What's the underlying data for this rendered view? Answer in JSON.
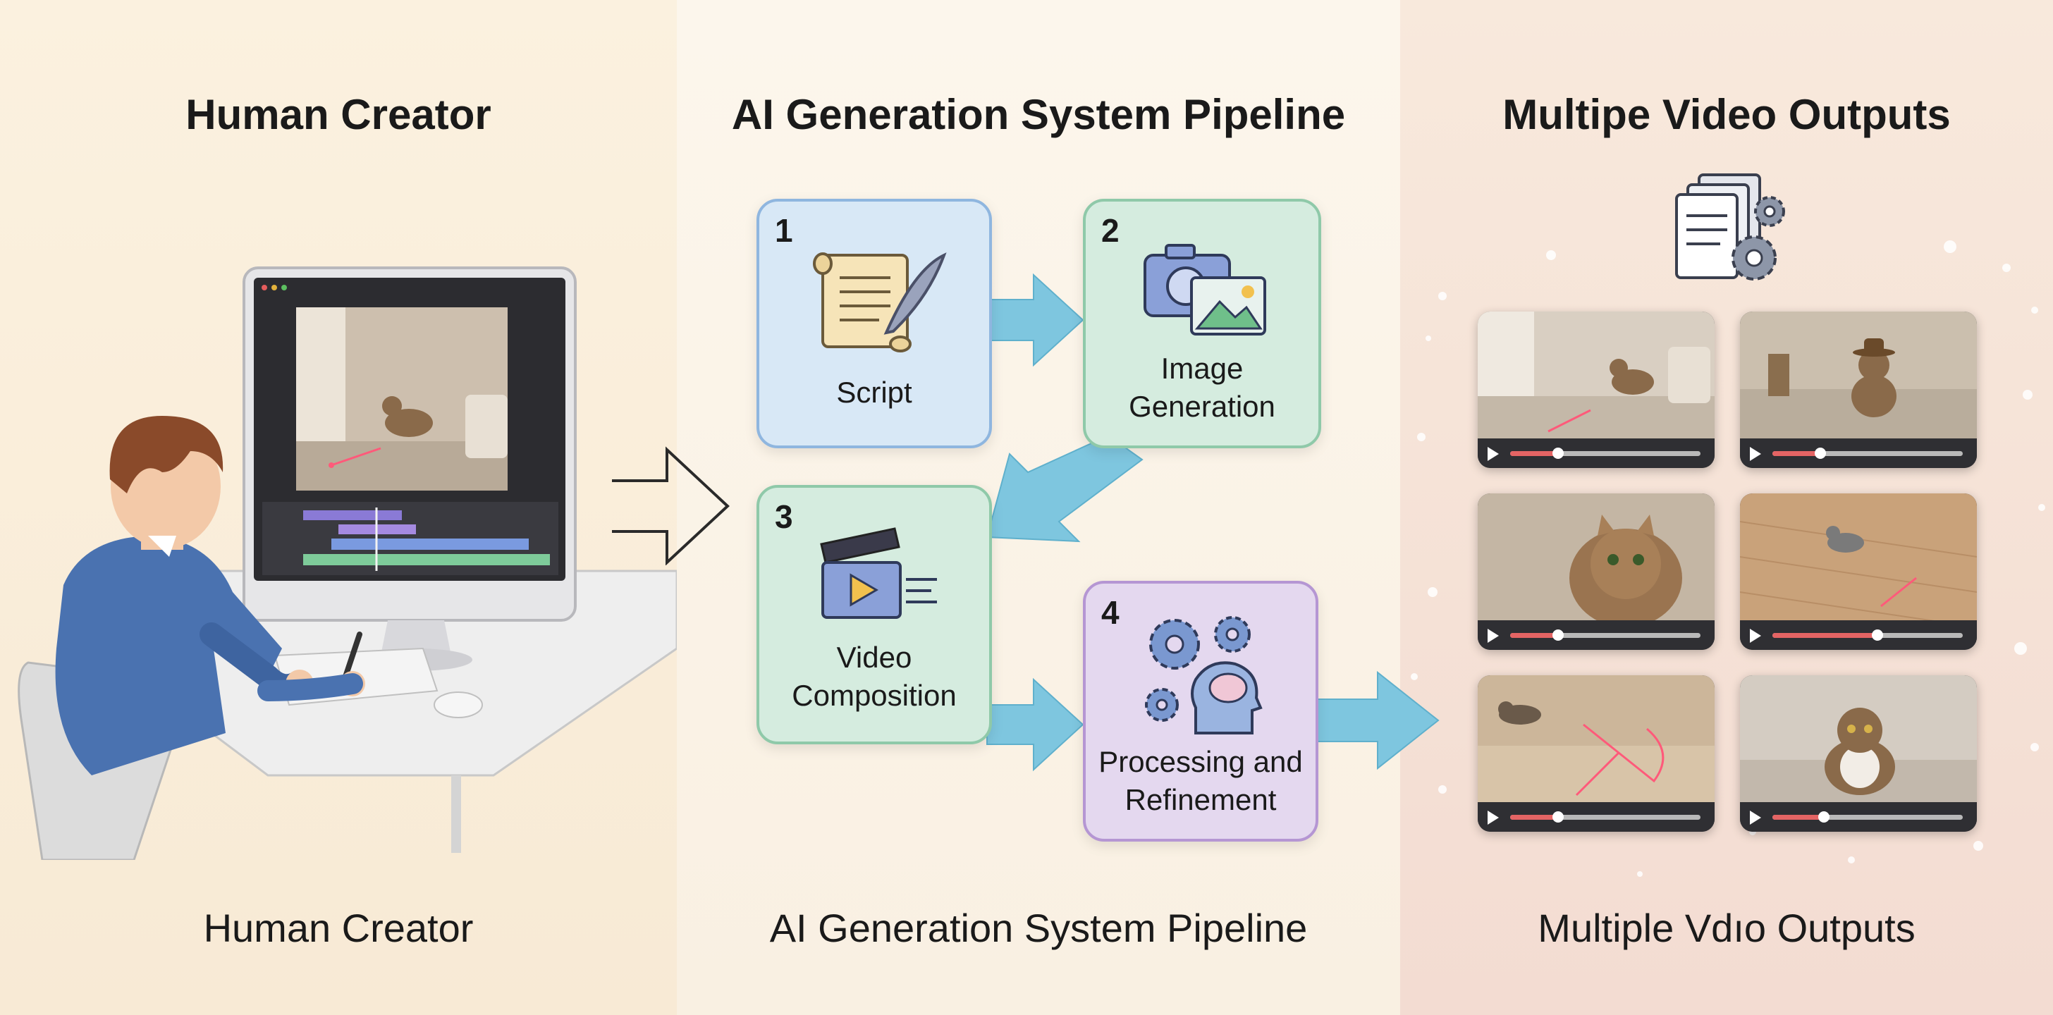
{
  "headings": {
    "left": "Human Creator",
    "middle": "AI Generation System Pipeline",
    "right": "Multipe Video Outputs"
  },
  "footers": {
    "left": "Human Creator",
    "middle": "AI Generation System Pipeline",
    "right": "Multiple Vdıo Outputs"
  },
  "pipeline": {
    "steps": [
      {
        "num": "1",
        "label": "Script",
        "icon": "script-scroll-icon"
      },
      {
        "num": "2",
        "label": "Image\nGeneration",
        "icon": "camera-image-icon"
      },
      {
        "num": "3",
        "label": "Video\nComposition",
        "icon": "clapperboard-icon"
      },
      {
        "num": "4",
        "label": "Processing and\nRefinement",
        "icon": "gears-brain-icon"
      }
    ]
  },
  "videos": [
    {
      "scene": "cat-chasing-laser",
      "progress": 0.25
    },
    {
      "scene": "cat-with-hat",
      "progress": 0.25
    },
    {
      "scene": "cat-closeup",
      "progress": 0.25
    },
    {
      "scene": "cat-on-wood-floor",
      "progress": 0.55
    },
    {
      "scene": "cat-leaping-laser",
      "progress": 0.25
    },
    {
      "scene": "cat-sitting",
      "progress": 0.27
    }
  ],
  "colors": {
    "arrow": "#7ec6df",
    "laser": "#ff5a7a",
    "card_blue": "#d8e8f6",
    "card_green": "#d5ecdf",
    "card_purple": "#e4d8ef"
  }
}
